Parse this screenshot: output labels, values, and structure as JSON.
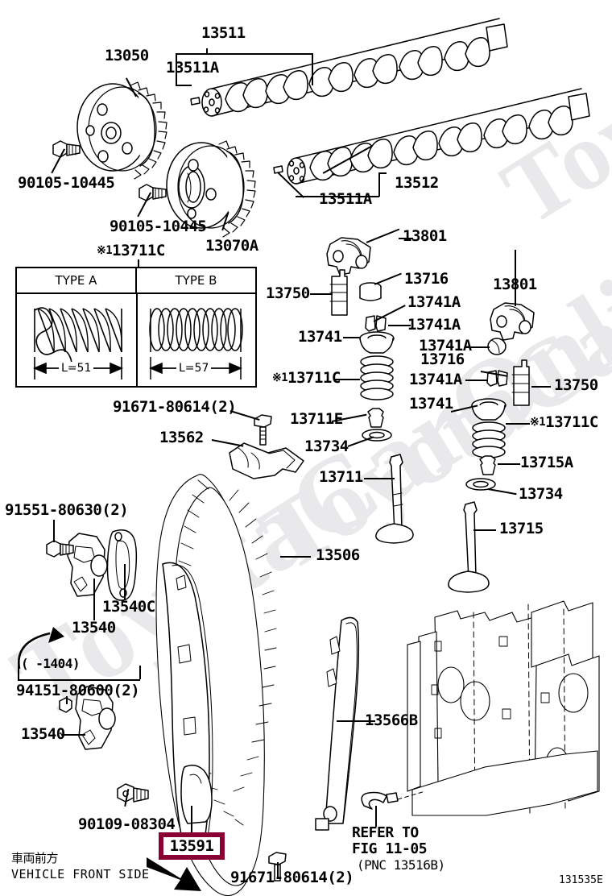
{
  "figure": {
    "figure_code": "131535E",
    "front_note_jp": "車両前方",
    "front_note_en": "VEHICLE FRONT SIDE",
    "refer_line1": "REFER TO",
    "refer_line2": "FIG 11-05",
    "refer_pnc": "(PNC 13516B)",
    "watermark": "ToyotaCarOnline.ru",
    "highlight_color": "#8b0032"
  },
  "highlight": {
    "part_number": "13591"
  },
  "spring_table": {
    "type_a_header": "TYPE A",
    "type_b_header": "TYPE B",
    "type_a_length": "L=51",
    "type_b_length": "L=57",
    "caption": "※1 13711C"
  },
  "labels": {
    "sprocket_13050": "13050",
    "bolt_90105_top": "90105-10445",
    "bolt_90105_mid": "90105-10445",
    "sprocket_13070a": "13070A",
    "cam_13511": "13511",
    "cam_13511a_top": "13511A",
    "cam_13511a_bot": "13511A",
    "cam_13512": "13512",
    "spring_13711c_table": "13711C",
    "rocker_13801_left": "13801",
    "lash_13750_left": "13750",
    "seat_13716_left": "13716",
    "keeper_13741a_l1": "13741A",
    "keeper_13741a_l2": "13741A",
    "retainer_13741_left": "13741",
    "spring_13711c_left": "13711C",
    "seal_13711e": "13711E",
    "seat_13734_left": "13734",
    "valve_13711": "13711",
    "rocker_13801_right": "13801",
    "seat_13716_right": "13716",
    "keeper_13741a_r1": "13741A",
    "keeper_13741a_r2": "13741A",
    "retainer_13741_right": "13741",
    "lash_13750_right": "13750",
    "spring_13711c_right": "13711C",
    "seal_13715a": "13715A",
    "seat_13734_right": "13734",
    "valve_13715": "13715",
    "bolt_91671_top": "91671-80614(2)",
    "damper_13562": "13562",
    "chain_13506": "13506",
    "bolt_91551": "91551-80630(2)",
    "tensioner_13540_top": "13540",
    "plate_13540c": "13540C",
    "date_note": "(   -1404)",
    "bolt_94151": "94151-80600(2)",
    "tensioner_13540_bot": "13540",
    "bolt_90109": "90109-08304",
    "guide_13566b": "13566B",
    "bolt_91671_bot": "91671-80614(2)",
    "ref_mark": "※1"
  },
  "icons": {
    "front_arrow": "arrow-down-right-icon",
    "up_arrow": "arrow-up-icon",
    "dim_arrow_left": "arrow-left-icon",
    "dim_arrow_right": "arrow-right-icon"
  }
}
